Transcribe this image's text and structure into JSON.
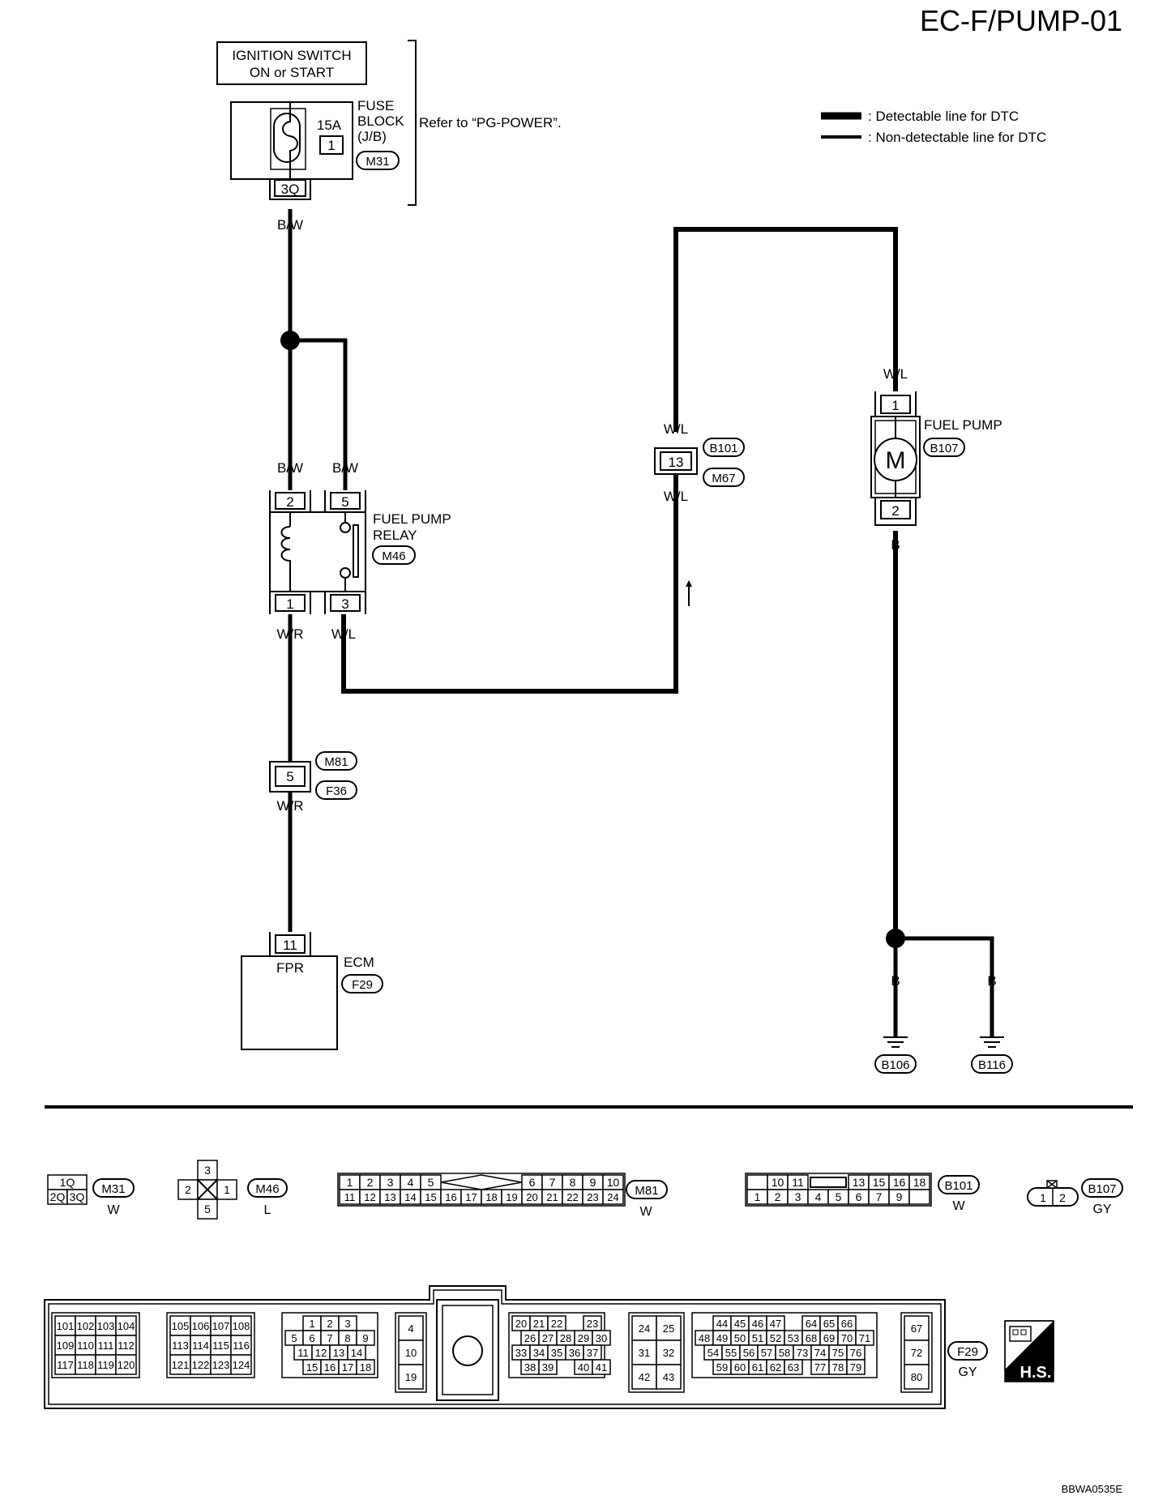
{
  "title": "EC-F/PUMP-01",
  "footer_code": "BBWA0535E",
  "legend": {
    "detectable": ": Detectable line for DTC",
    "non_detectable": ": Non-detectable line for DTC"
  },
  "ignition": {
    "line1": "IGNITION SWITCH",
    "line2": "ON or START"
  },
  "fuse": {
    "rating": "15A",
    "number": "1",
    "label1": "FUSE",
    "label2": "BLOCK",
    "label3": "(J/B)",
    "connector": "M31",
    "terminal": "3Q",
    "refer": "Refer to “PG-POWER”."
  },
  "relay": {
    "label1": "FUEL PUMP",
    "label2": "RELAY",
    "connector": "M46",
    "pins": {
      "p2": "2",
      "p5": "5",
      "p1": "1",
      "p3": "3"
    }
  },
  "harness_m81": {
    "pin": "5",
    "conn_a": "M81",
    "conn_b": "F36"
  },
  "harness_b101": {
    "pin": "13",
    "conn_a": "B101",
    "conn_b": "M67"
  },
  "ecm": {
    "label": "ECM",
    "connector": "F29",
    "pin": "11",
    "terminal_name": "FPR"
  },
  "fuel_pump": {
    "label": "FUEL PUMP",
    "connector": "B107",
    "pin_top": "1",
    "pin_bottom": "2",
    "motor": "M"
  },
  "grounds": {
    "g1": "B106",
    "g2": "B116"
  },
  "wires": {
    "bw_top": "B/W",
    "bw_relay2": "B/W",
    "bw_relay5": "B/W",
    "wr_relay1": "W/R",
    "wl_relay3": "W/L",
    "wr_m81": "W/R",
    "wl_b101_top": "W/L",
    "wl_b101_bot": "W/L",
    "wl_pump": "W/L",
    "b_pump": "B",
    "b_g1": "B",
    "b_g2": "B"
  },
  "connector_views": {
    "m31": {
      "id": "M31",
      "color": "W",
      "pins_top": [
        "1Q"
      ],
      "pins_bottom": [
        "2Q",
        "3Q"
      ]
    },
    "m46": {
      "id": "M46",
      "color": "L",
      "pins": [
        "3",
        "2",
        "1",
        "5"
      ]
    },
    "m81": {
      "id": "M81",
      "color": "W",
      "top_left": [
        "1",
        "2",
        "3",
        "4",
        "5"
      ],
      "top_right": [
        "6",
        "7",
        "8",
        "9",
        "10"
      ],
      "bottom": [
        "11",
        "12",
        "13",
        "14",
        "15",
        "16",
        "17",
        "18",
        "19",
        "20",
        "21",
        "22",
        "23",
        "24"
      ]
    },
    "b101": {
      "id": "B101",
      "color": "W",
      "top_a": [
        "",
        "10",
        "11"
      ],
      "top_b": [
        "13",
        "15",
        "16",
        "18"
      ],
      "bottom": [
        "1",
        "2",
        "3",
        "4",
        "5",
        "6",
        "7",
        "9",
        ""
      ]
    },
    "b107": {
      "id": "B107",
      "color": "GY",
      "pins": [
        "1",
        "2"
      ]
    },
    "f29": {
      "id": "F29",
      "color": "GY",
      "hs": "H.S.",
      "g1": [
        [
          "101",
          "102",
          "103",
          "104"
        ],
        [
          "109",
          "110",
          "111",
          "112"
        ],
        [
          "117",
          "118",
          "119",
          "120"
        ]
      ],
      "g2": [
        [
          "105",
          "106",
          "107",
          "108"
        ],
        [
          "113",
          "114",
          "115",
          "116"
        ],
        [
          "121",
          "122",
          "123",
          "124"
        ]
      ],
      "g3": [
        [
          "1",
          "2",
          "3"
        ],
        [
          "5",
          "6",
          "7",
          "8",
          "9"
        ],
        [
          "11",
          "12",
          "13",
          "14"
        ],
        [
          "15",
          "16",
          "17",
          "18"
        ]
      ],
      "g4": [
        "4",
        "10",
        "19"
      ],
      "g5": [
        [
          "20",
          "21",
          "22",
          "23"
        ],
        [
          "26",
          "27",
          "28",
          "29",
          "30"
        ],
        [
          "33",
          "34",
          "35",
          "36",
          "37"
        ],
        [
          "38",
          "39",
          "40",
          "41"
        ]
      ],
      "g6": [
        [
          "24",
          "25"
        ],
        [
          "31",
          "32"
        ],
        [
          "42",
          "43"
        ]
      ],
      "g7": [
        [
          "44",
          "45",
          "46",
          "47",
          "64",
          "65",
          "66"
        ],
        [
          "48",
          "49",
          "50",
          "51",
          "52",
          "53",
          "68",
          "69",
          "70",
          "71"
        ],
        [
          "54",
          "55",
          "56",
          "57",
          "58",
          "73",
          "74",
          "75",
          "76"
        ],
        [
          "59",
          "60",
          "61",
          "62",
          "63",
          "77",
          "78",
          "79"
        ]
      ],
      "g8": [
        "67",
        "72",
        "80"
      ]
    }
  }
}
